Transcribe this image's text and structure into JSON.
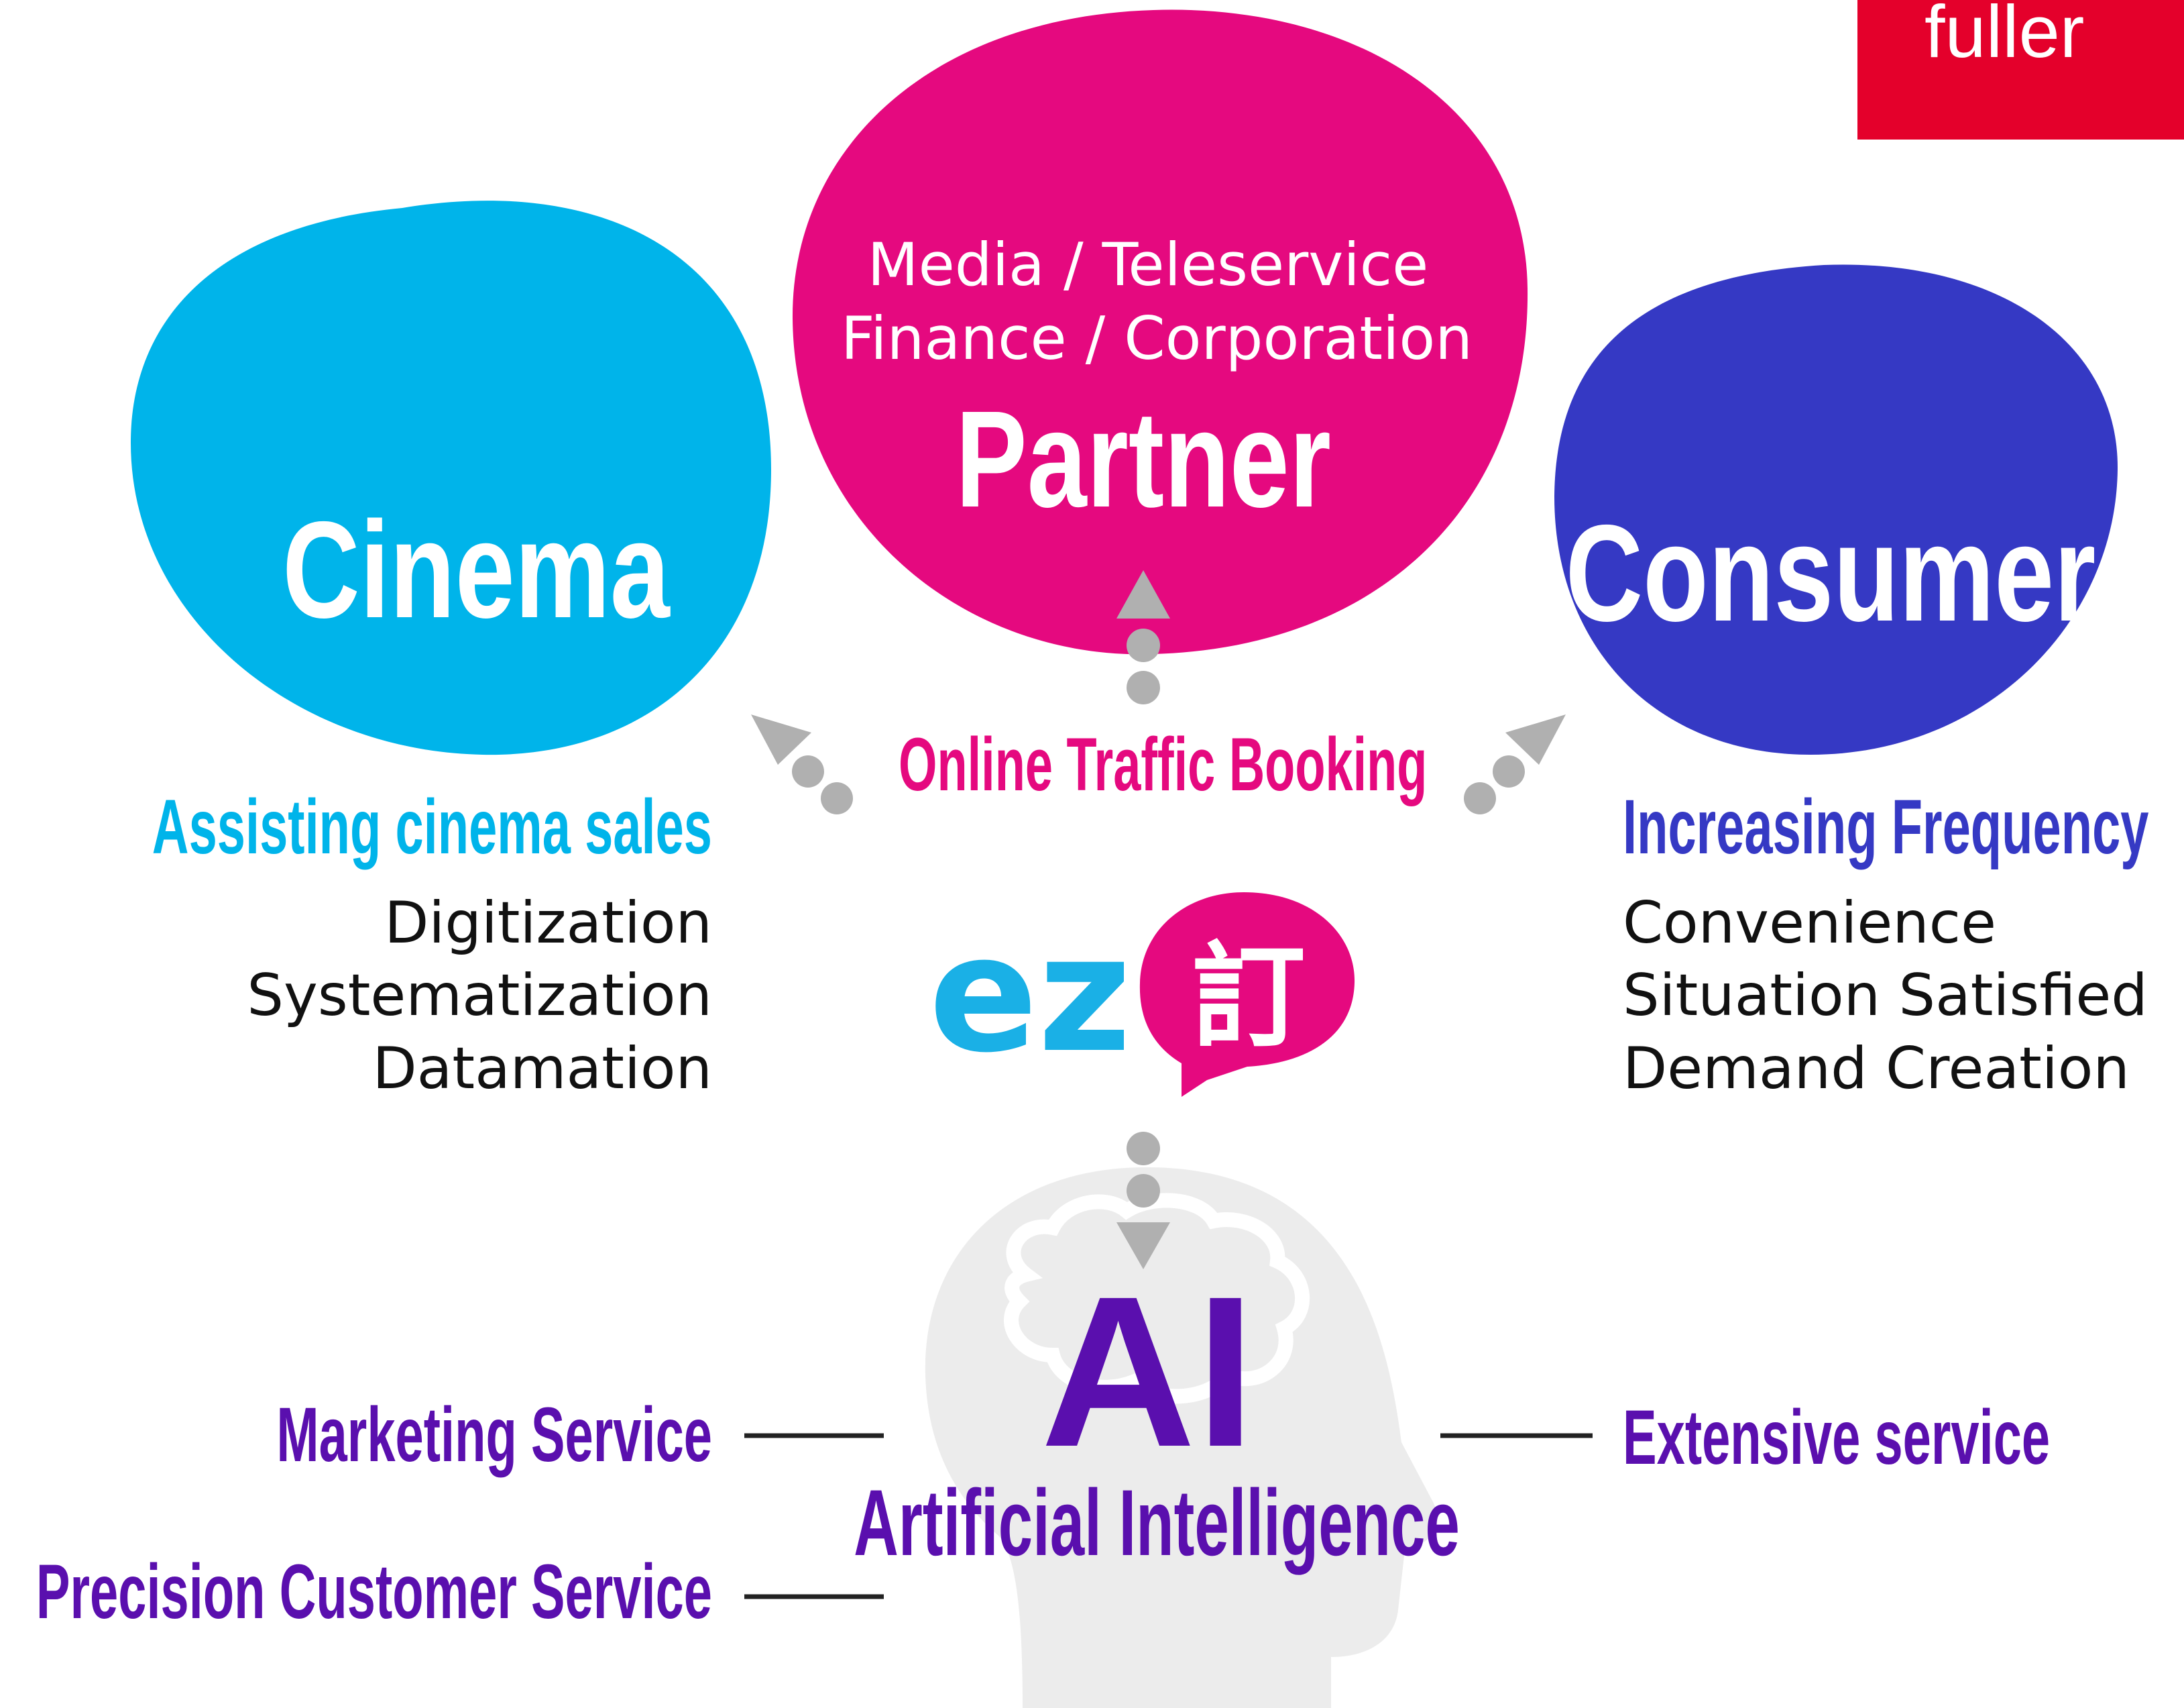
{
  "logo": {
    "text": "fuller",
    "bg_color": "#e4002b"
  },
  "nodes": {
    "cinema": {
      "title": "Cinema",
      "color": "#00b4ea"
    },
    "partner": {
      "title": "Partner",
      "subtitle_line1": "Media / Teleservice",
      "subtitle_line2": "Finance / Corporation",
      "color": "#e5097f"
    },
    "consumer": {
      "title": "Consumer",
      "color": "#3539c4"
    }
  },
  "center_label": "Online Traffic  Booking",
  "ez_logo": {
    "text": "ez",
    "badge_glyph": "訂",
    "text_color": "#1ab0e6",
    "badge_color": "#e5097f"
  },
  "cinema_block": {
    "heading": "Assisting cinema sales",
    "items": [
      "Digitization",
      "Systematization",
      "Datamation"
    ]
  },
  "consumer_block": {
    "heading": "Increasing Frequency",
    "items": [
      "Convenience",
      "Situation Satisfied",
      "Demand Creation"
    ]
  },
  "ai": {
    "title": "AI",
    "subtitle": "Artificial Intelligence",
    "color": "#5a0fae",
    "left_items": [
      "Marketing Service",
      "Precision Customer  Service"
    ],
    "right_items": [
      "Extensive service"
    ]
  },
  "icons": {
    "head": "head-brain-icon",
    "arrows": "dotted-arrow-icon"
  }
}
